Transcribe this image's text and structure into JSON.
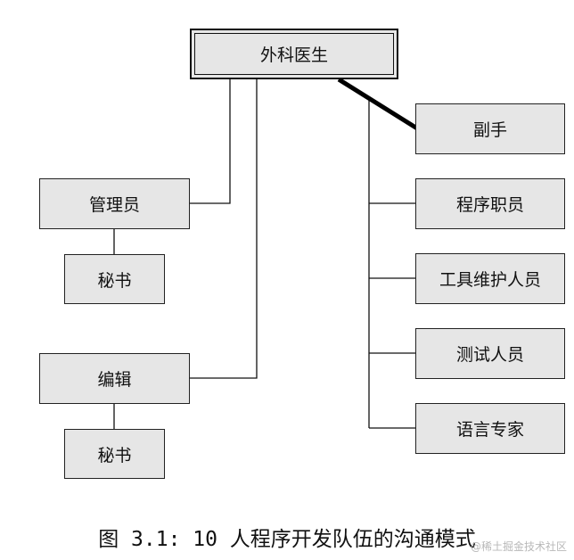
{
  "diagram": {
    "nodes": {
      "surgeon": "外科医生",
      "copilot": "副手",
      "admin": "管理员",
      "secretary_1": "秘书",
      "editor": "编辑",
      "secretary_2": "秘书",
      "program_clerk": "程序职员",
      "toolsmith": "工具维护人员",
      "tester": "测试人员",
      "language_lawyer": "语言专家"
    },
    "caption": "图 3.1: 10 人程序开发队伍的沟通模式",
    "watermark": "@稀土掘金技术社区"
  }
}
